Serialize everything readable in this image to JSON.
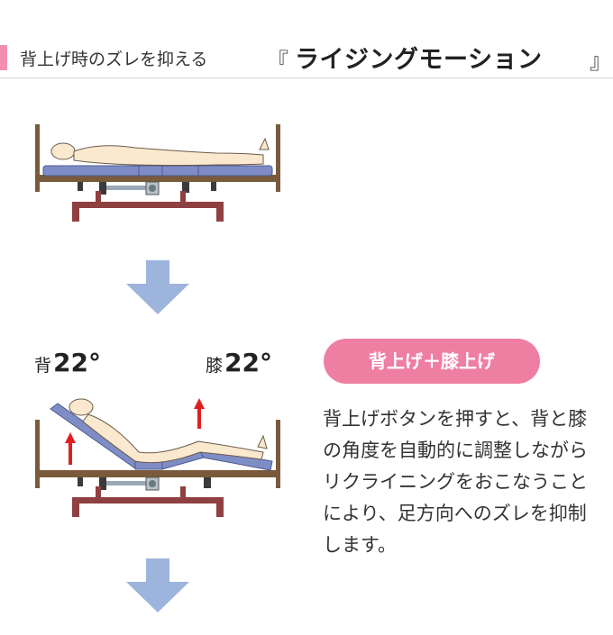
{
  "header": {
    "lead": "背上げ時のズレを抑える",
    "bracket_open": "『",
    "title": "ライジングモーション",
    "bracket_close": "』"
  },
  "angles": {
    "back_label": "背",
    "back_value": "22°",
    "knee_label": "膝",
    "knee_value": "22°"
  },
  "mode_badge": "背上げ＋膝上げ",
  "description": "背上げボタンを押すと、背と膝の角度を自動的に調整しながらリクライニングをおこなうことにより、足方向へのズレを抑制します。",
  "colors": {
    "accent_pink": "#ee7fa3",
    "arrow_blue": "#9db4dc",
    "lift_arrow_red": "#e02020",
    "frame_brown": "#7a5a3c",
    "base_maroon": "#8f4040",
    "mattress_blue": "#7f8dc6",
    "skin": "#fbe9cf"
  }
}
